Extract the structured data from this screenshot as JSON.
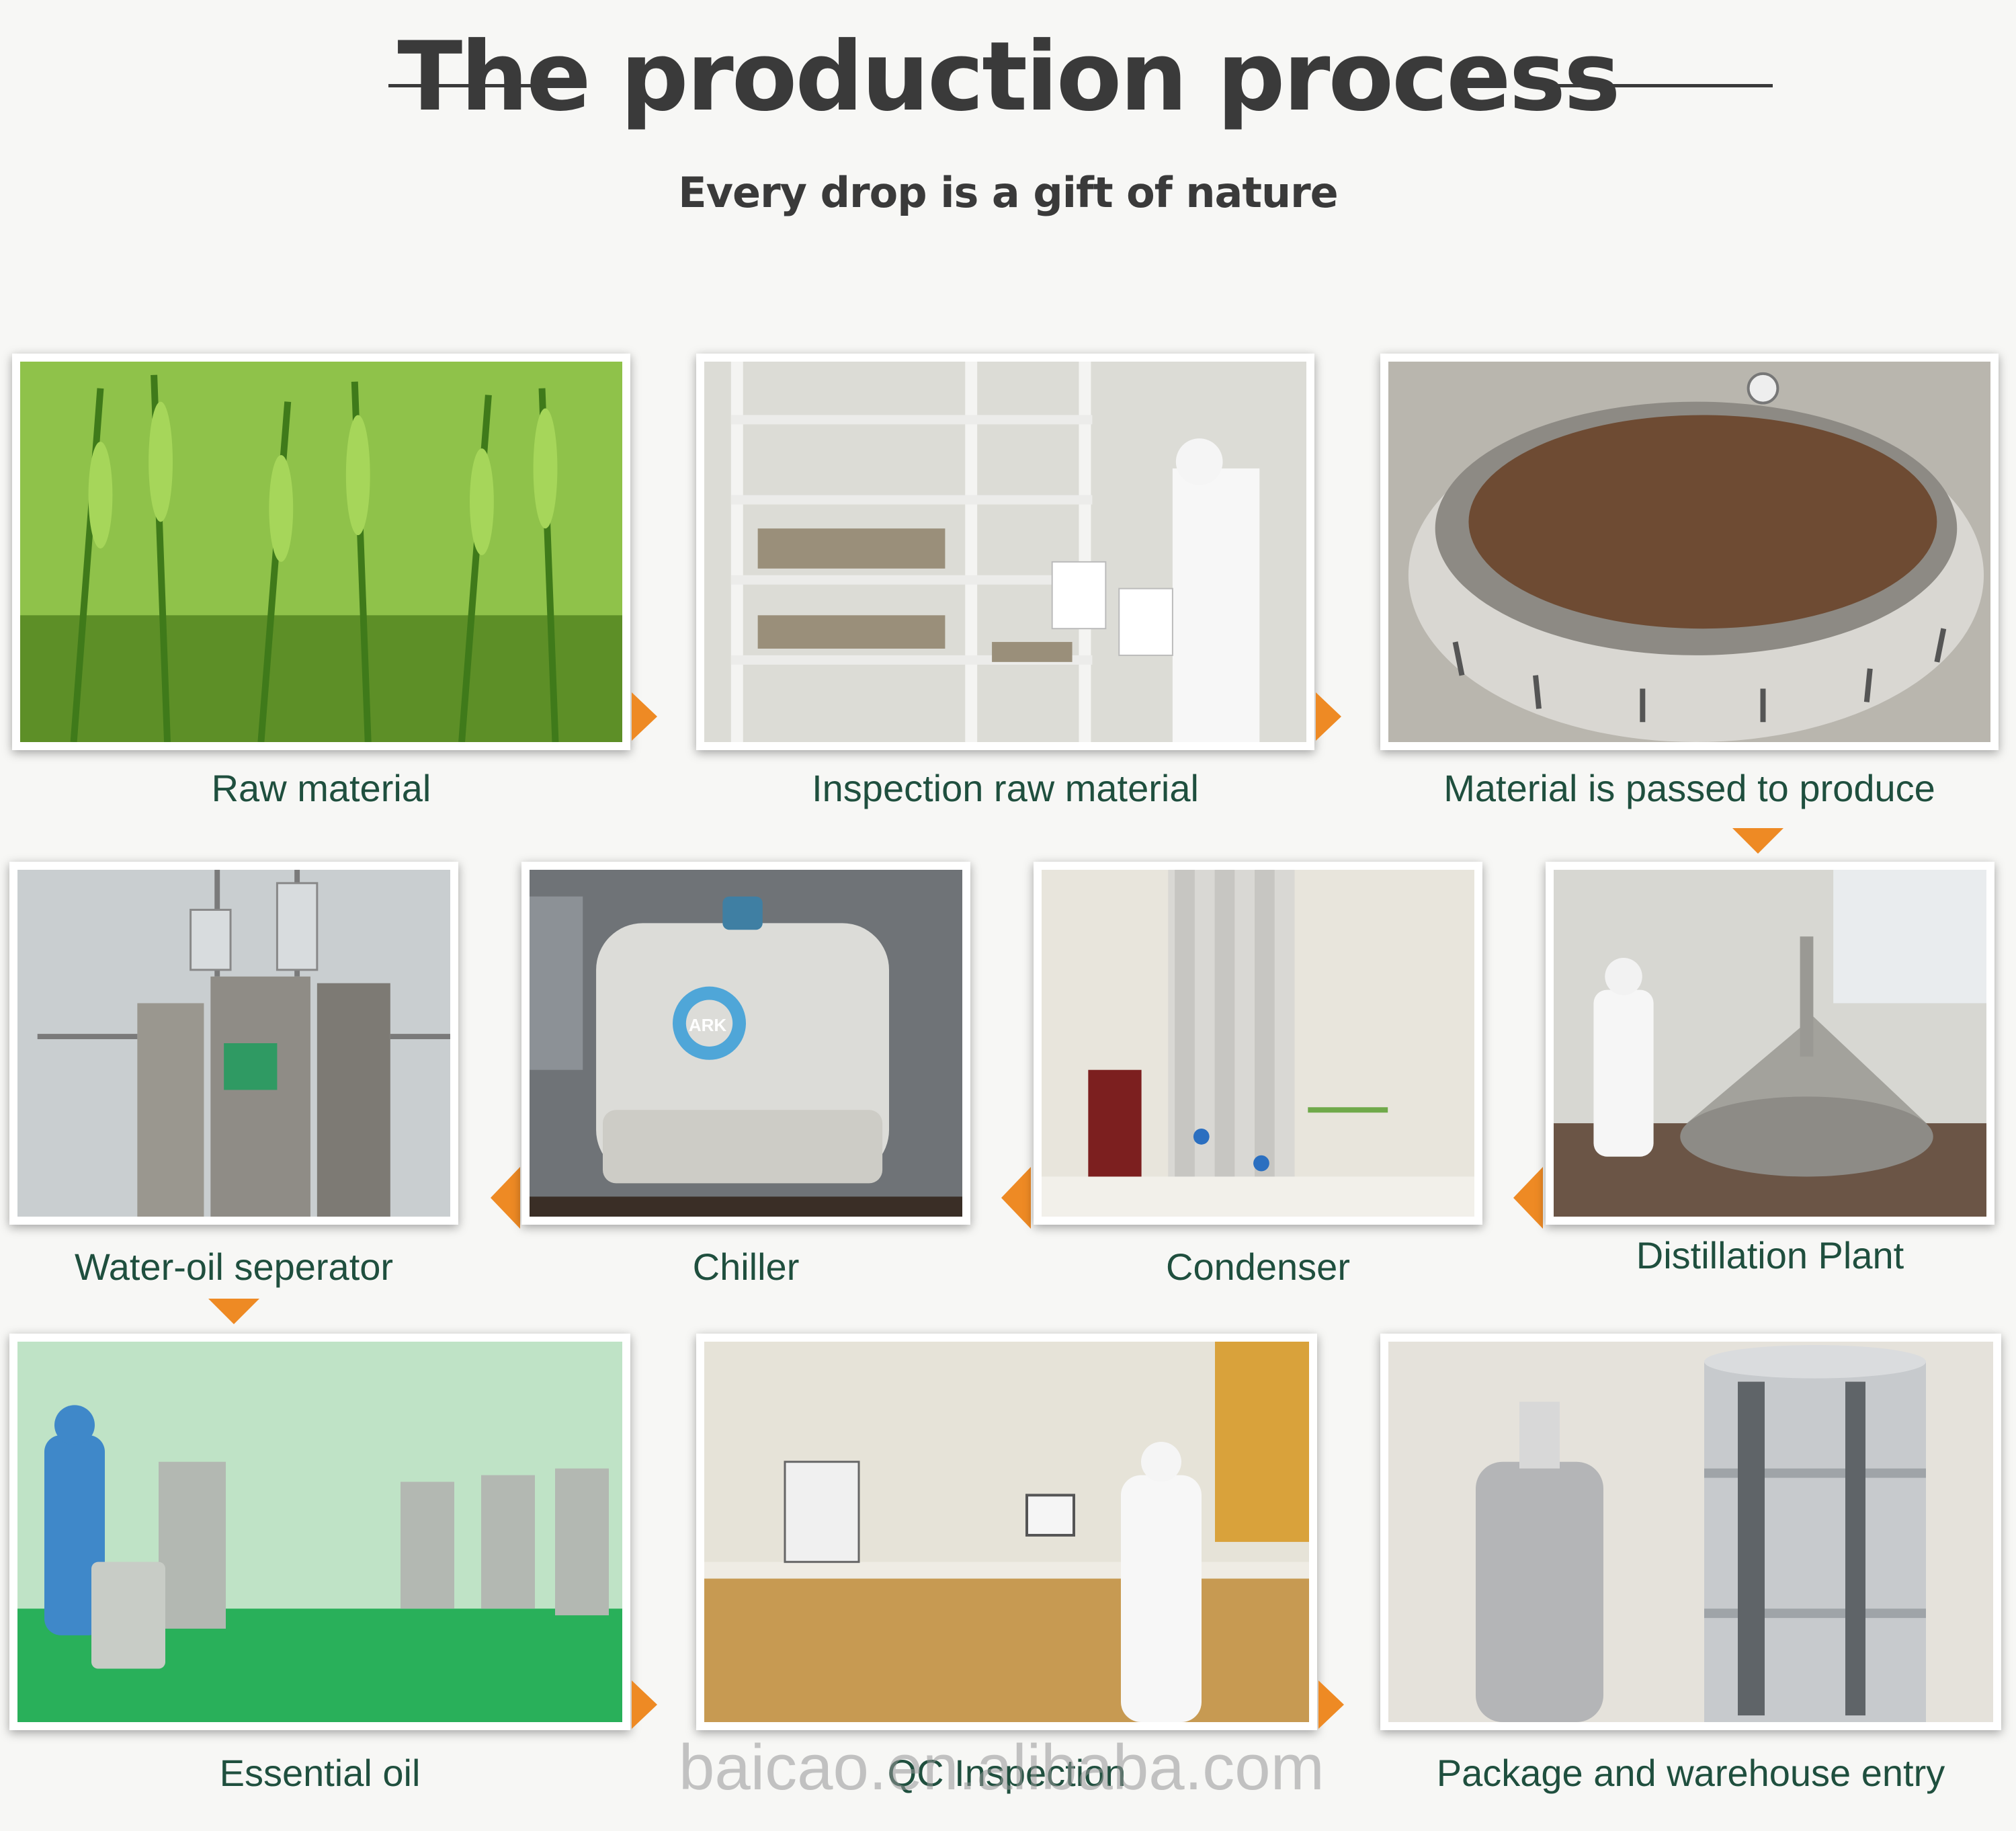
{
  "header": {
    "title": "The production process",
    "subtitle": "Every drop is a gift of nature"
  },
  "steps": [
    {
      "label": "Raw material"
    },
    {
      "label": "Inspection raw material"
    },
    {
      "label": "Material is passed to produce"
    },
    {
      "label": "Water-oil seperator"
    },
    {
      "label": "Chiller"
    },
    {
      "label": "Condenser"
    },
    {
      "label": "Distillation Plant"
    },
    {
      "label": "Essential oil"
    },
    {
      "label": "QC Inspection"
    },
    {
      "label": "Package and warehouse entry"
    }
  ],
  "chiller_brand": "ARK",
  "watermark": "baicao.en.alibaba.com",
  "colors": {
    "accent": "#ee8a24",
    "caption": "#1f4f3e",
    "title": "#3a3a3a"
  }
}
